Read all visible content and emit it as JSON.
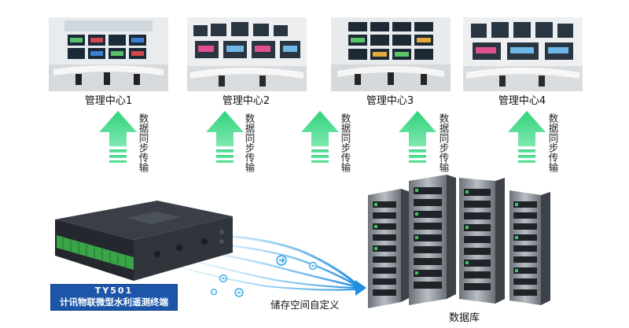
{
  "centers": [
    {
      "label": "管理中心1"
    },
    {
      "label": "管理中心2"
    },
    {
      "label": "管理中心3"
    },
    {
      "label": "管理中心4"
    }
  ],
  "sync_label": "数据同步传输",
  "device": {
    "model": "TY501",
    "name": "计讯物联微型水利遥测终端"
  },
  "storage_label": "储存空间自定义",
  "database_label": "数据库",
  "colors": {
    "arrow_green": "#3fcf84",
    "caption_blue": "#1d56a8",
    "flow_blue": "#2ea3e6",
    "device_body": "#2b2f36",
    "terminal_green": "#3aa547"
  }
}
